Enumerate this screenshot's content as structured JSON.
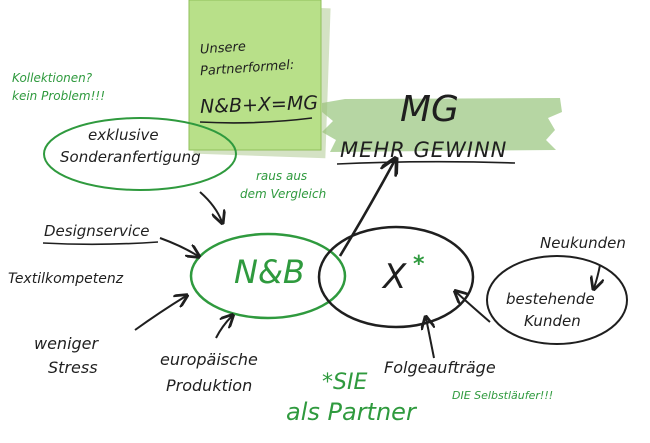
{
  "sticky_note": {
    "line1": "Unsere",
    "line2": "Partnerformel:",
    "formula": "N&B+X=MG"
  },
  "mg": {
    "abbr": "MG",
    "meaning": "MEHR GEWINN"
  },
  "notes": {
    "kollektionen": "Kollektionen?",
    "kein_problem": "kein Problem!!!",
    "raus_aus": "raus aus",
    "dem_vergleich": "dem Vergleich",
    "sie_star": "*SIE",
    "als_partner": "als Partner",
    "selbstlaeufer": "DIE Selbstläufer!!!"
  },
  "exklusive": {
    "line1": "exklusive",
    "line2": "Sonderanfertigung"
  },
  "left_items": {
    "designservice": "Designservice",
    "textilkompetenz": "Textilkompetenz",
    "weniger": "weniger",
    "stress": "Stress"
  },
  "bottom_items": {
    "europaeische": "europäische",
    "produktion": "Produktion",
    "folgeauftraege": "Folgeaufträge"
  },
  "circles": {
    "nb": "N&B",
    "x": "X",
    "x_star": "*"
  },
  "right_items": {
    "neukunden": "Neukunden",
    "bestehende": "bestehende",
    "kunden": "Kunden"
  },
  "colors": {
    "green": "#2f9a3e",
    "ink": "#1f1f1f",
    "sticky": "#b8e089",
    "sticky_edge": "#8fbf5a",
    "brush": "#a9cf93"
  }
}
